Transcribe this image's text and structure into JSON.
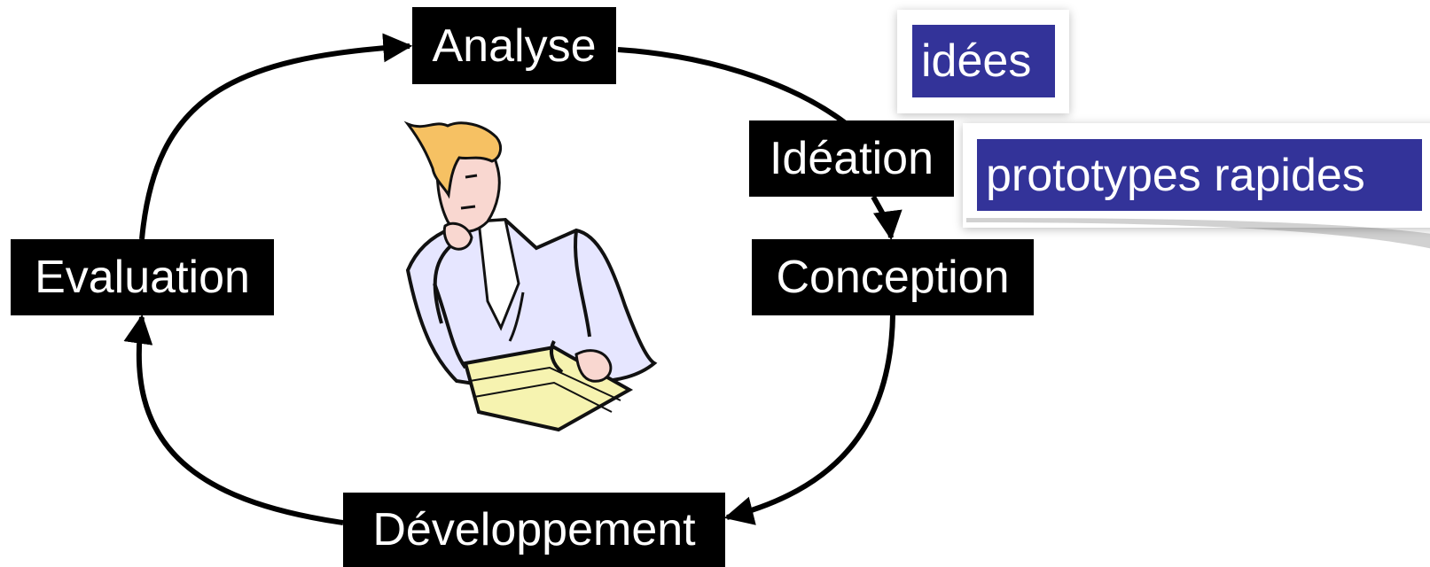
{
  "diagram": {
    "stages": {
      "analyse": "Analyse",
      "ideation": "Idéation",
      "conception": "Conception",
      "developpement": "Développement",
      "evaluation": "Evaluation"
    },
    "callouts": {
      "idees": "idées",
      "prototypes": "prototypes rapides"
    },
    "illustration": "thinking-person-clipart"
  },
  "colors": {
    "stage_background": "#000000",
    "stage_text": "#ffffff",
    "callout_background": "#333399",
    "arrow": "#000000"
  }
}
